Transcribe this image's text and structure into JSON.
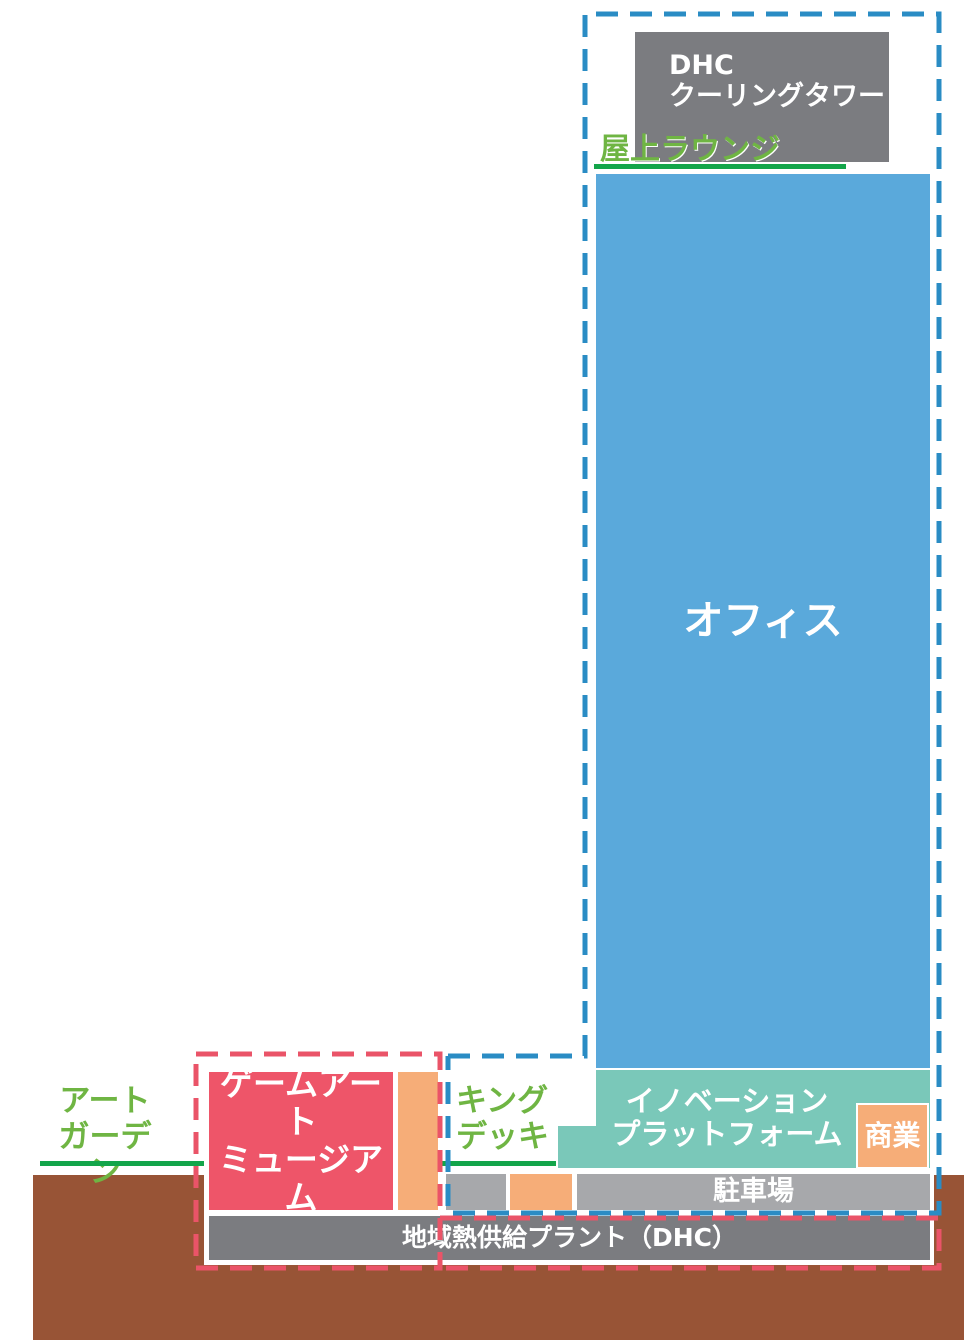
{
  "labels": {
    "dhc_tower": [
      "DHC",
      "クーリングタワー"
    ],
    "rooftop_lounge": "屋上ラウンジ",
    "office": "オフィス",
    "innovation_platform": [
      "イノベーション",
      "プラットフォーム"
    ],
    "commercial": "商業",
    "parking": "駐車場",
    "dhc_plant": "地域熱供給プラント（DHC）",
    "game_art_museum": [
      "ゲームアート",
      "ミュージアム"
    ],
    "art_garden": [
      "アート",
      "ガーデン"
    ],
    "king_deck": [
      "キング",
      "デッキ"
    ]
  },
  "colors": {
    "ground": "#985436",
    "office_blue": "#5aa9db",
    "teal": "#7ac8b9",
    "orange": "#f6ad78",
    "gray": "#7b7c80",
    "light_gray": "#a7a8ab",
    "museum_red": "#ee5569",
    "green_text": "#6fb543",
    "green_line": "#13a54a",
    "blue_dash": "#2a8cc4",
    "red_dash": "#ea5468"
  }
}
